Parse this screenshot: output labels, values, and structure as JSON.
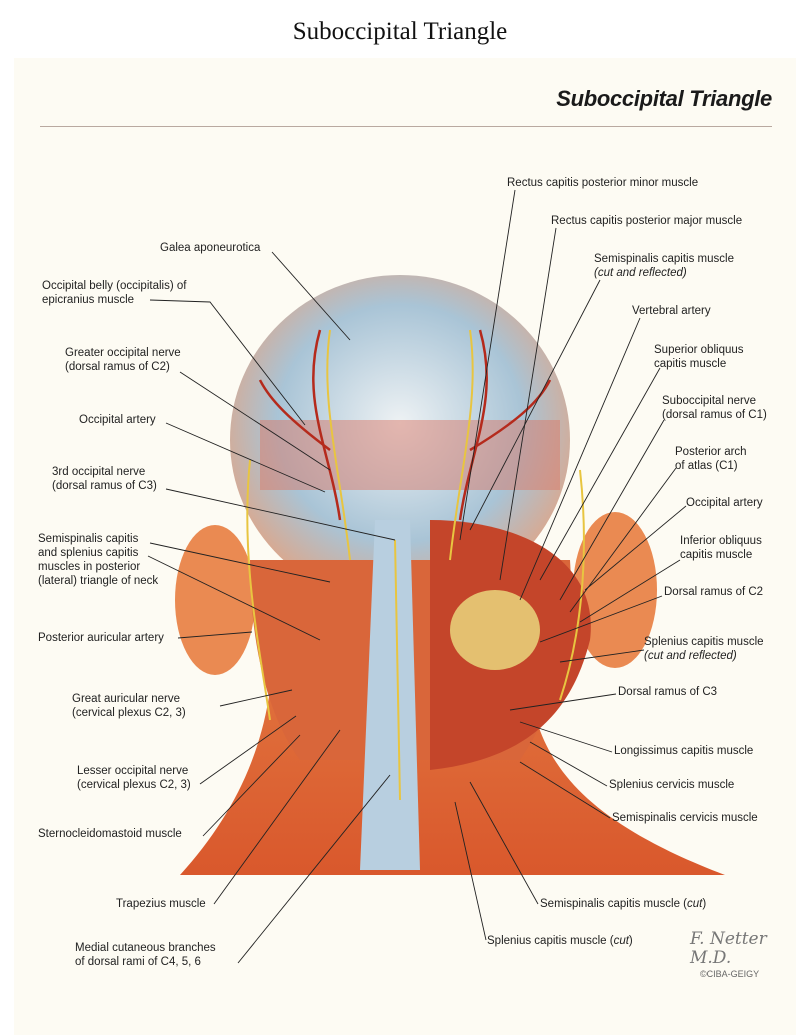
{
  "page_title": "Suboccipital Triangle",
  "plate_title": "Suboccipital Triangle",
  "signature": "F. Netter M.D.",
  "signature_sub": "©CIBA-GEIGY",
  "left_labels": [
    {
      "lines": [
        "Galea aponeurotica"
      ]
    },
    {
      "lines": [
        "Occipital belly (occipitalis) of",
        "epicranius muscle"
      ]
    },
    {
      "lines": [
        "Greater occipital nerve",
        "(dorsal ramus of C2)"
      ]
    },
    {
      "lines": [
        "Occipital artery"
      ]
    },
    {
      "lines": [
        "3rd occipital nerve",
        "(dorsal ramus of C3)"
      ]
    },
    {
      "lines": [
        "Semispinalis capitis",
        "and splenius capitis",
        "muscles in posterior",
        "(lateral) triangle of neck"
      ]
    },
    {
      "lines": [
        "Posterior auricular artery"
      ]
    },
    {
      "lines": [
        "Great auricular nerve",
        "(cervical plexus C2, 3)"
      ]
    },
    {
      "lines": [
        "Lesser occipital nerve",
        "(cervical plexus C2, 3)"
      ]
    },
    {
      "lines": [
        "Sternocleidomastoid muscle"
      ]
    },
    {
      "lines": [
        "Trapezius muscle"
      ]
    },
    {
      "lines": [
        "Medial cutaneous branches",
        "of dorsal rami of C4, 5, 6"
      ]
    }
  ],
  "right_labels": [
    {
      "text": "Rectus capitis posterior minor muscle"
    },
    {
      "text": "Rectus capitis posterior major muscle"
    },
    {
      "text": "Semispinalis capitis muscle",
      "note": "(cut and reflected)"
    },
    {
      "text": "Vertebral artery"
    },
    {
      "text": "Superior obliquus",
      "text2": "capitis muscle"
    },
    {
      "text": "Suboccipital nerve",
      "text2": "(dorsal ramus of C1)"
    },
    {
      "text": "Posterior arch",
      "text2": "of atlas (C1)"
    },
    {
      "text": "Occipital artery"
    },
    {
      "text": "Inferior obliquus",
      "text2": "capitis muscle"
    },
    {
      "text": "Dorsal ramus of C2"
    },
    {
      "text": "Splenius capitis muscle",
      "note": "(cut and reflected)"
    },
    {
      "text": "Dorsal ramus of C3"
    },
    {
      "text": "Longissimus capitis muscle"
    },
    {
      "text": "Splenius cervicis muscle"
    },
    {
      "text": "Semispinalis cervicis muscle"
    },
    {
      "text": "Semispinalis capitis muscle (",
      "italic": "cut",
      "close": ")"
    },
    {
      "text": "Splenius capitis muscle (",
      "italic": "cut",
      "close": ")"
    }
  ]
}
